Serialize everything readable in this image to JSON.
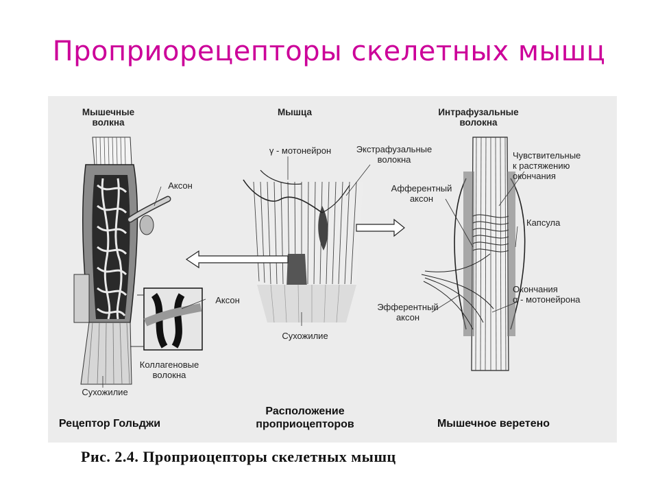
{
  "title": "Проприорецепторы скелетных мышц",
  "figure_caption": "Рис. 2.4. Проприоцепторы скелетных мышц",
  "golgi": {
    "muscle_fibers": "Мышечные\nволкна",
    "axon": "Аксон",
    "axon_inset": "Аксон",
    "collagen": "Коллагеновые\nволокна",
    "tendon": "Сухожилие",
    "caption": "Рецептор Гольджи"
  },
  "location": {
    "muscle": "Мышца",
    "gamma": "γ - мотонейрон",
    "extrafusal": "Экстрафузальные\nволокна",
    "tendon": "Сухожилие",
    "caption": "Расположение\nпроприоцепторов"
  },
  "spindle": {
    "intrafusal": "Интрафузальные\nволокна",
    "sensitive": "Чувствительные\nк растяжению\nокончания",
    "afferent": "Афферентный\nаксон",
    "capsule": "Капсула",
    "endings": "Окончания\nα - мотонейрона",
    "efferent": "Эфферентный\nаксон",
    "caption": "Мышечное веретено"
  }
}
